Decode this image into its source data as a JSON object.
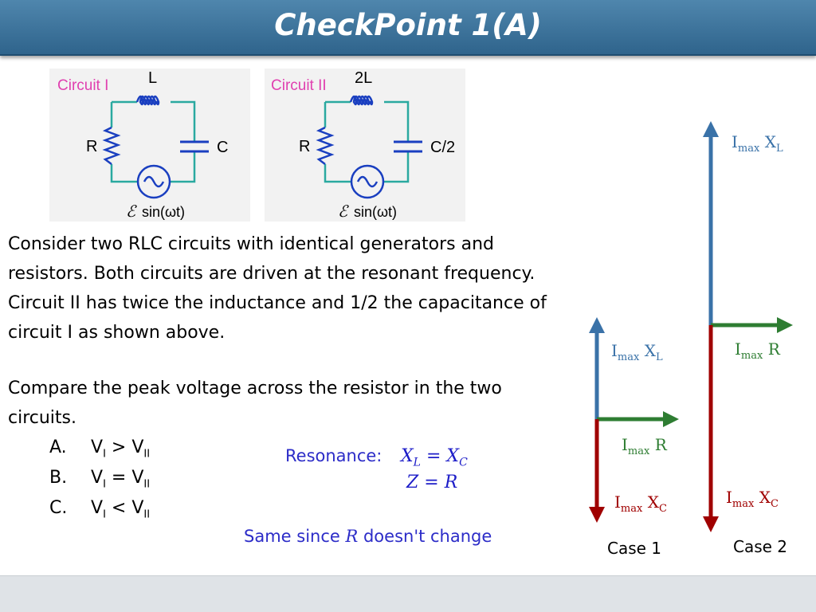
{
  "slide": {
    "title": "CheckPoint 1(A)"
  },
  "circuits": [
    {
      "name": "Circuit I",
      "inductor": "L",
      "resistor": "R",
      "capacitor": "C",
      "source": "sin(ωt)"
    },
    {
      "name": "Circuit II",
      "inductor": "2L",
      "resistor": "R",
      "capacitor": "C/2",
      "source": "sin(ωt)"
    }
  ],
  "question": {
    "paragraph1": "Consider two RLC circuits with identical generators and resistors. Both circuits are driven at the resonant frequency. Circuit II has twice the inductance and 1/2 the capacitance of circuit I as shown above.",
    "paragraph2": "Compare the peak voltage across the resistor in the two circuits.",
    "choices": [
      {
        "letter": "A.",
        "left": "V",
        "left_sub": "I",
        "op": " > ",
        "right": "V",
        "right_sub": "II"
      },
      {
        "letter": "B.",
        "left": "V",
        "left_sub": "I",
        "op": " = ",
        "right": "V",
        "right_sub": "II"
      },
      {
        "letter": "C.",
        "left": "V",
        "left_sub": "I",
        "op": " < ",
        "right": "V",
        "right_sub": "II"
      }
    ]
  },
  "answer": {
    "resonance_label": "Resonance:",
    "eq1": {
      "lhs": "X",
      "lhs_sub": "L",
      "rhs": "X",
      "rhs_sub": "C"
    },
    "eq2": {
      "lhs": "Z",
      "rhs": "R"
    },
    "explanation_before": "Same since ",
    "explanation_var": "R",
    "explanation_after": " doesn't change"
  },
  "phasors": {
    "label_main": "I",
    "label_sub": "max",
    "xl_text": "X",
    "xl_sub": "L",
    "r_text": "R",
    "xc_text": "X",
    "xc_sub": "C",
    "case1": "Case 1",
    "case2": "Case 2"
  },
  "colors": {
    "title_bar": "#3a73a0",
    "circuit_name": "#e040b0",
    "wire": "#2aa9a0",
    "component": "#1a3fc0",
    "phasor_xl": "#3a72a8",
    "phasor_r": "#2e7d32",
    "phasor_xc": "#a00000",
    "answer_blue": "#2c2cc8"
  }
}
